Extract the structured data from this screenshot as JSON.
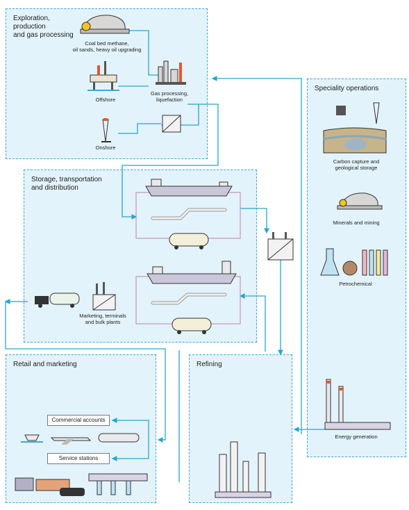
{
  "sections": {
    "exploration": "Exploration,\nproduction\nand gas processing",
    "storage": "Storage, transportation\nand distribution",
    "specialty": "Speciality operations",
    "retail": "Retail and marketing",
    "refining": "Refining"
  },
  "labels": {
    "coal_bed": "Coal bed methane,\noil sands, heavy oil upgrading",
    "offshore": "Offshore",
    "onshore": "Onshore",
    "gas_processing": "Gas processing,\nliquefaction",
    "marketing": "Marketing, terminals\nand bulk plants",
    "carbon_capture": "Carbon capture and\ngeological storage",
    "minerals": "Minerals and mining",
    "petrochemical": "Petrochemical",
    "energy_generation": "Energy generation",
    "commercial_accounts": "Commercial accounts",
    "service_stations": "Service stations"
  },
  "colors": {
    "panel": "#e3f3fb",
    "flow_line": "#25a6cf",
    "pipe_loop": "#c495bd"
  }
}
